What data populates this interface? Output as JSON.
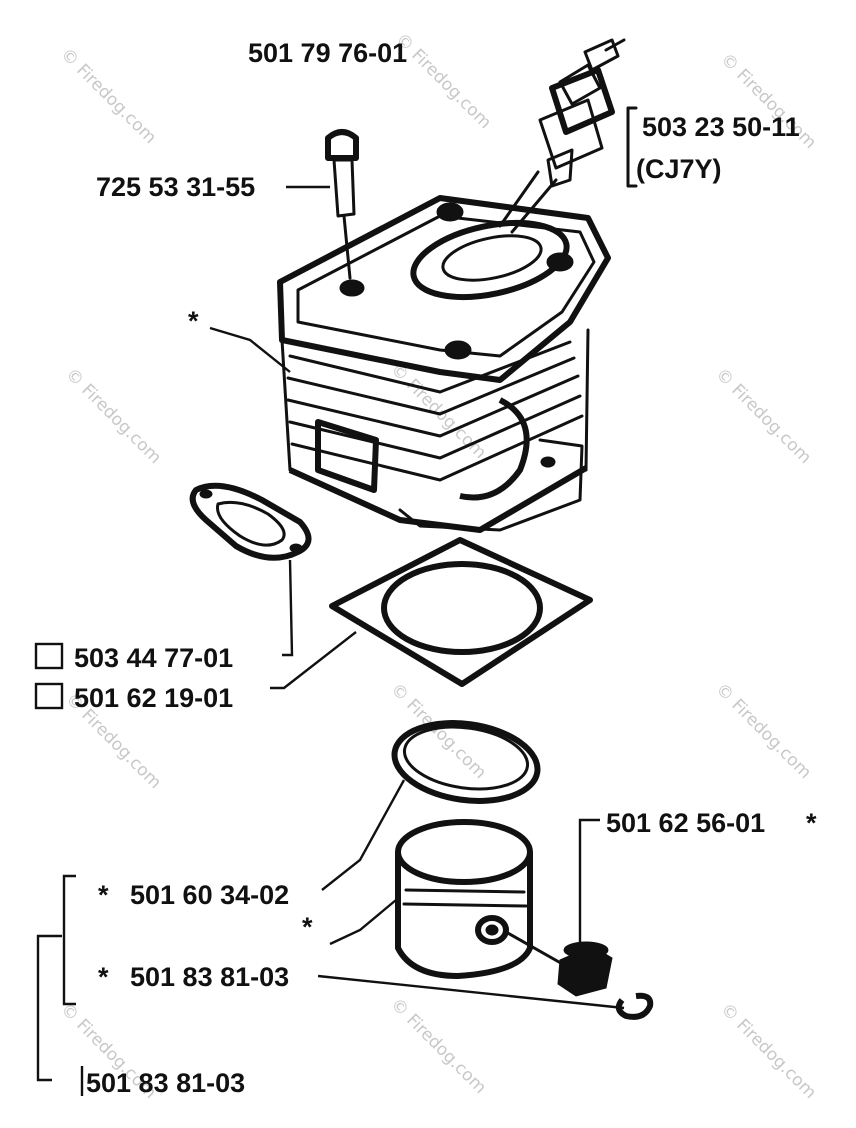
{
  "assembly_number": "501 79 76-01",
  "watermark": "© Firedog.com",
  "callouts": {
    "spark_plug_part": "503 23 50-11",
    "spark_plug_type": "(CJ7Y)",
    "screw": "725 53 31-55",
    "cylinder_marker": "*",
    "intake_gasket": "503 44 77-01",
    "cylinder_gasket": "501 62 19-01",
    "bearing_part": "501 62 56-01",
    "bearing_marker": "*",
    "piston_ring_marker": "*",
    "piston_ring": "501 60 34-02",
    "piston_marker": "*",
    "piston_kit_marker": "*",
    "piston_kit": "501 83 81-03",
    "piston_kit_bottom": "501 83 81-03"
  }
}
